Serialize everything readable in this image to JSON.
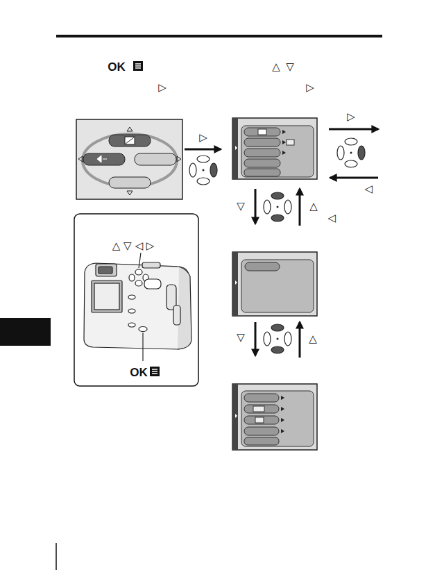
{
  "diagram": {
    "labels": [
      "OK",
      "△",
      "▽",
      "▷",
      "▷",
      "▷",
      "▷",
      "◁",
      "▽",
      "△",
      "◁",
      "△ ▽ ◁ ▷",
      "▽",
      "△",
      "OK"
    ]
  }
}
